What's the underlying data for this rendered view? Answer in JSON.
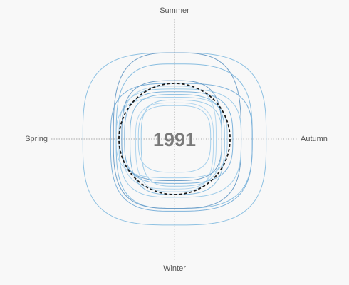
{
  "chart_data": {
    "type": "radial-line",
    "axes": [
      "Summer",
      "Autumn",
      "Winter",
      "Spring"
    ],
    "year": "1991",
    "grid": false,
    "reference_ring_value": 1.0,
    "colors": {
      "series_light": "#b3d6ee",
      "series_mid": "#88bde0",
      "series_dark": "#5f95c4",
      "reference_ring": "#1a1a1a"
    },
    "series": [
      {
        "values": [
          1.55,
          1.65,
          1.55,
          1.65
        ],
        "color": "#8ec1e2"
      },
      {
        "values": [
          1.35,
          1.4,
          1.25,
          1.05
        ],
        "color": "#88bde0"
      },
      {
        "values": [
          1.55,
          1.2,
          1.25,
          1.1
        ],
        "color": "#6f9fc8"
      },
      {
        "values": [
          1.0,
          1.4,
          1.3,
          1.15
        ],
        "color": "#7eb2da"
      },
      {
        "values": [
          0.9,
          1.2,
          1.05,
          1.0
        ],
        "color": "#9dcbe8"
      },
      {
        "values": [
          0.95,
          0.75,
          0.9,
          0.95
        ],
        "color": "#b3d6ee"
      },
      {
        "values": [
          0.75,
          0.95,
          0.7,
          1.05
        ],
        "color": "#a6d0ec"
      },
      {
        "values": [
          0.8,
          0.9,
          1.0,
          0.8
        ],
        "color": "#88bde0"
      },
      {
        "values": [
          0.65,
          0.7,
          0.95,
          0.7
        ],
        "color": "#b3d6ee"
      },
      {
        "values": [
          0.85,
          1.05,
          0.8,
          0.9
        ],
        "color": "#7fb4dc"
      },
      {
        "values": [
          0.6,
          0.65,
          0.6,
          0.65
        ],
        "color": "#a6d0ec"
      },
      {
        "values": [
          1.05,
          0.85,
          0.75,
          0.95
        ],
        "color": "#6f9fc8"
      },
      {
        "values": [
          0.7,
          0.85,
          0.85,
          0.6
        ],
        "color": "#9dcbe8"
      }
    ]
  }
}
